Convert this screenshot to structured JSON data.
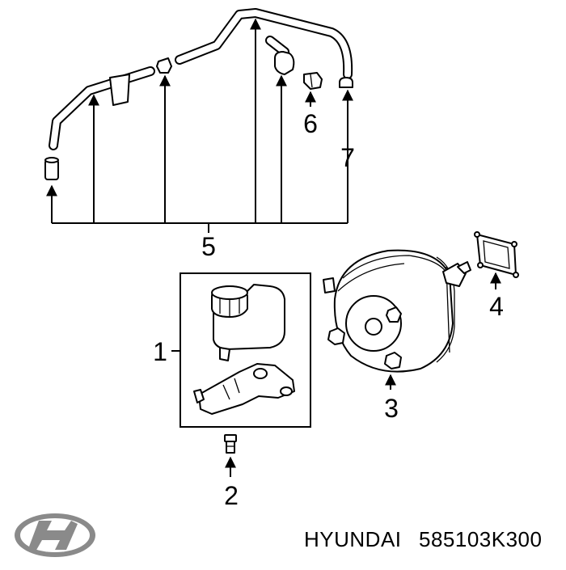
{
  "diagram": {
    "callouts": {
      "c1": "1",
      "c2": "2",
      "c3": "3",
      "c4": "4",
      "c5": "5",
      "c6": "6",
      "c7": "7"
    },
    "caption": {
      "brand": "HYUNDAI",
      "part_number": "585103K300"
    },
    "logo": {
      "name": "hyundai-logo-icon",
      "color": "#888888"
    },
    "colors": {
      "line": "#000000",
      "background": "#ffffff"
    }
  }
}
